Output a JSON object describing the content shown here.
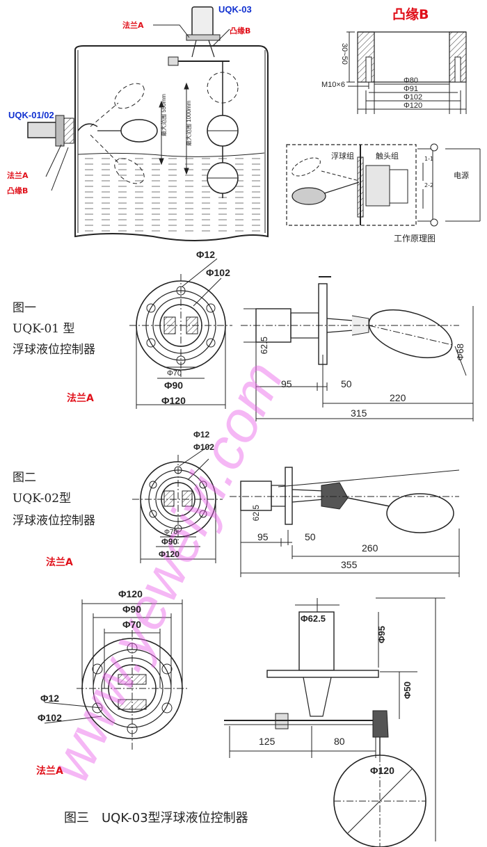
{
  "top": {
    "uqk03": "UQK-03",
    "uqk0102": "UQK-01/02",
    "flange_a": "法兰A",
    "boss_b": "凸缘B",
    "range1": "最大范围 550mm",
    "range2": "最大范围 1000mm"
  },
  "boss": {
    "title": "凸缘B",
    "height": "30~50",
    "bolt": "M10×6",
    "d80": "Φ80",
    "d91": "Φ91",
    "d102": "Φ102",
    "d120": "Φ120"
  },
  "principle": {
    "float_group": "浮球组",
    "contact_group": "触头组",
    "power": "电源",
    "sw1": "1-1",
    "sw2": "2-2",
    "caption": "工作原理图"
  },
  "fig1": {
    "title": "图一",
    "model": "UQK-01 型",
    "name": "浮球液位控制器",
    "d12": "Φ12",
    "d102": "Φ102",
    "d70": "Φ70",
    "d90": "Φ90",
    "d120": "Φ120",
    "h625": "62.5",
    "d68": "Φ68",
    "l95": "95",
    "l50": "50",
    "l220": "220",
    "l315": "315",
    "flange": "法兰A"
  },
  "fig2": {
    "title": "图二",
    "model": "UQK-02型",
    "name": "浮球液位控制器",
    "d12": "Φ12",
    "d102": "Φ102",
    "d70": "Φ70",
    "d90": "Φ90",
    "d120": "Φ120",
    "h625": "62.5",
    "l95": "95",
    "l50": "50",
    "l260": "260",
    "l355": "355",
    "flange": "法兰A"
  },
  "fig3": {
    "caption": "图三　UQK-03型浮球液位控制器",
    "d120": "Φ120",
    "d90": "Φ90",
    "d70": "Φ70",
    "d12": "Φ12",
    "d102": "Φ102",
    "d625": "Φ62.5",
    "d95": "Φ95",
    "d50": "Φ50",
    "l125": "125",
    "l80": "80",
    "ball": "Φ120",
    "flange": "法兰A"
  },
  "watermark": "www.yeweiyi.com"
}
